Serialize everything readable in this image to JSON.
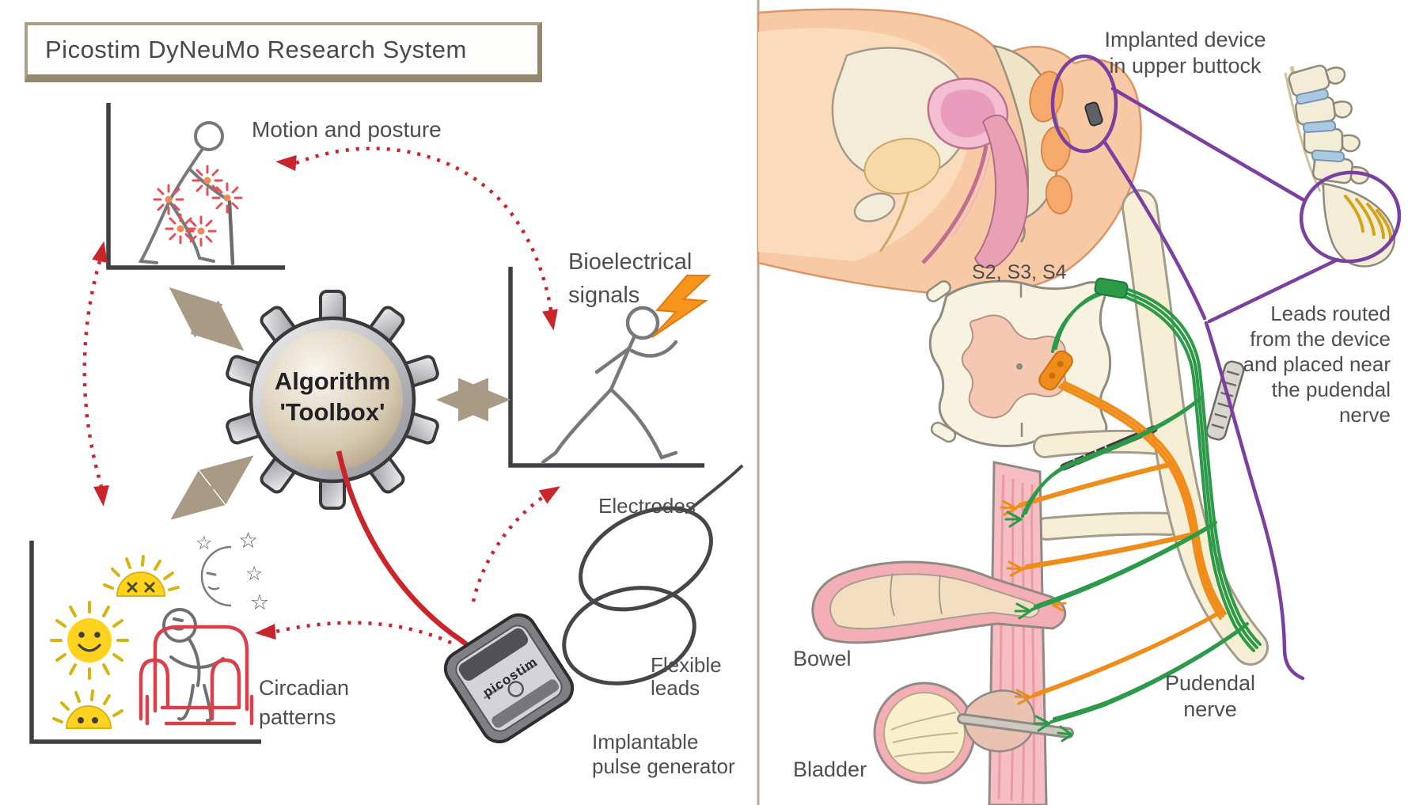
{
  "left_panel": {
    "title": "Picostim DyNeuMo Research System",
    "gear": {
      "line1": "Algorithm",
      "line2": "'Toolbox'"
    },
    "nodes": {
      "motion": {
        "label": "Motion and posture"
      },
      "bioelectrical": {
        "line1": "Bioelectrical",
        "line2": "signals"
      },
      "circadian": {
        "line1": "Circadian",
        "line2": "patterns"
      }
    },
    "device": {
      "name": "picostim",
      "electrodes_label": "Electrodes",
      "flexible_leads_line1": "Flexible",
      "flexible_leads_line2": "leads",
      "ipg_line1": "Implantable",
      "ipg_line2": "pulse generator"
    }
  },
  "right_panel": {
    "implant_label_line1": "Implanted device",
    "implant_label_line2": "in upper buttock",
    "sacral_levels": "S2, S3, S4",
    "leads_note_lines": [
      "Leads routed",
      "from the device",
      "and placed near",
      "the pudendal",
      "nerve"
    ],
    "bowel_label": "Bowel",
    "bladder_label": "Bladder",
    "pudendal_line1": "Pudendal",
    "pudendal_line2": "nerve"
  },
  "icons": {
    "star": "☆"
  },
  "colors": {
    "red_arrow": "#c9252b",
    "tan_arrow": "#a89a85",
    "lead_green": "#2c9a48",
    "lead_orange": "#ef8c1a",
    "annotation_purple": "#7b3fa0",
    "lightning_orange": "#f7941d",
    "sun_yellow": "#ffd21e",
    "chair_red": "#d9404a",
    "gear_gray": "#9a9aa0",
    "sphere_tan": "#cbbda4",
    "skin": "#f7c9a4",
    "bone_beige": "#f3ecd6",
    "muscle_pink": "#f6bdc3",
    "cord_cream": "#f8f2e0",
    "frame_dark": "#3f4043"
  }
}
